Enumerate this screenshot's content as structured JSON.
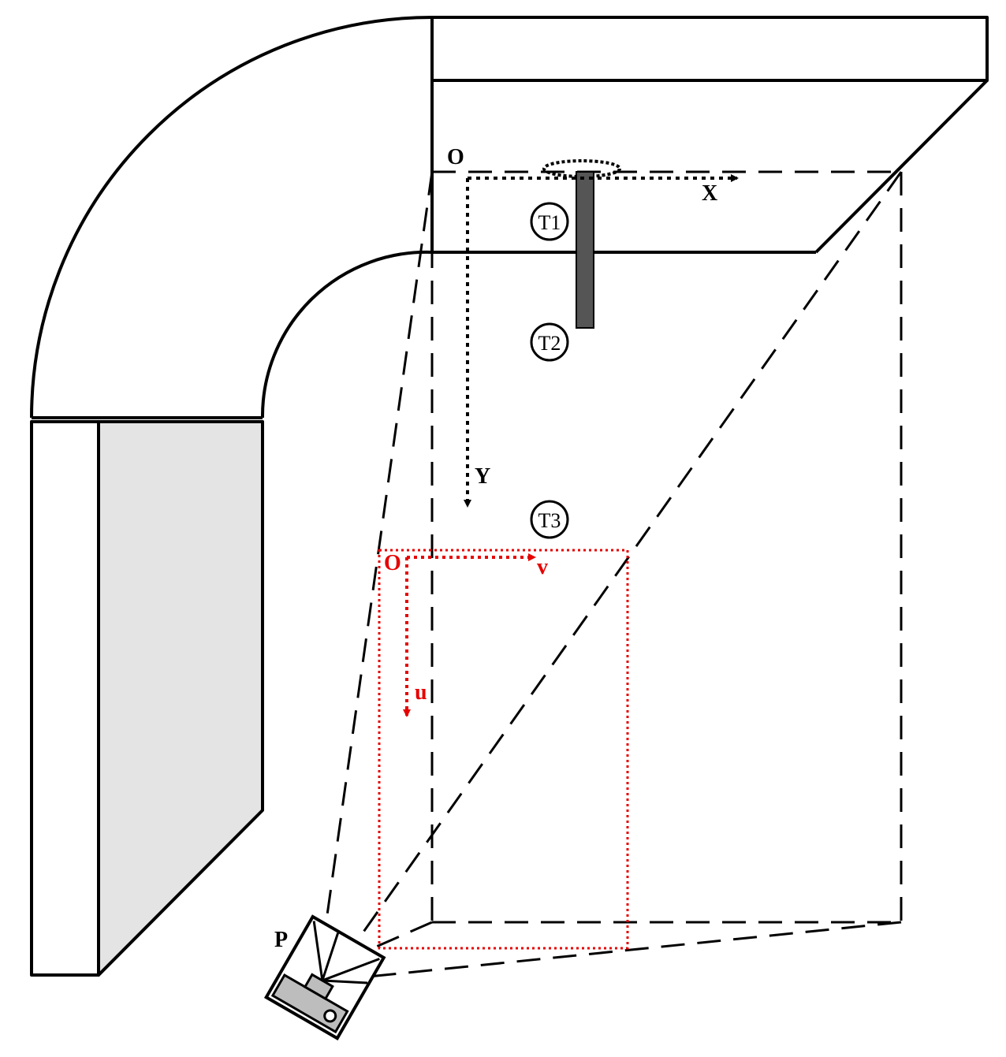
{
  "labels": {
    "world_origin": "O",
    "world_x_axis": "X",
    "world_y_axis": "Y",
    "image_origin": "O",
    "image_v_axis": "v",
    "image_u_axis": "u",
    "projector": "P"
  },
  "targets": [
    "T1",
    "T2",
    "T3"
  ],
  "colors": {
    "line": "#000000",
    "image_frame": "#e60000",
    "wall_fill": "#e4e4e4",
    "rod_fill": "#555555",
    "projector_fill": "#bdbdbd"
  }
}
